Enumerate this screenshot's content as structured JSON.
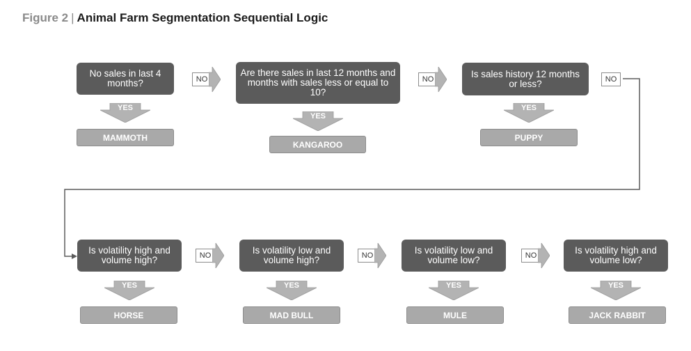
{
  "figure": {
    "label": "Figure 2",
    "separator": "|",
    "title": "Animal Farm Segmentation Sequential Logic"
  },
  "branch_labels": {
    "no": "NO",
    "yes": "YES"
  },
  "row1": [
    {
      "question": "No sales in last 4 months?",
      "result": "MAMMOTH"
    },
    {
      "question": "Are there sales in last 12 months and months with sales less or equal to 10?",
      "result": "KANGAROO"
    },
    {
      "question": "Is sales history 12 months or less?",
      "result": "PUPPY"
    }
  ],
  "row2": [
    {
      "question": "Is volatility high and volume high?",
      "result": "HORSE"
    },
    {
      "question": "Is volatility low and volume high?",
      "result": "MAD BULL"
    },
    {
      "question": "Is volatility low and volume low?",
      "result": "MULE"
    },
    {
      "question": "Is volatility high and volume low?",
      "result": "JACK RABBIT"
    }
  ],
  "colors": {
    "question_fill": "#5b5b5b",
    "result_fill": "#a9a9a9",
    "arrow_fill": "#b3b3b3",
    "connector": "#5b5b5b"
  }
}
